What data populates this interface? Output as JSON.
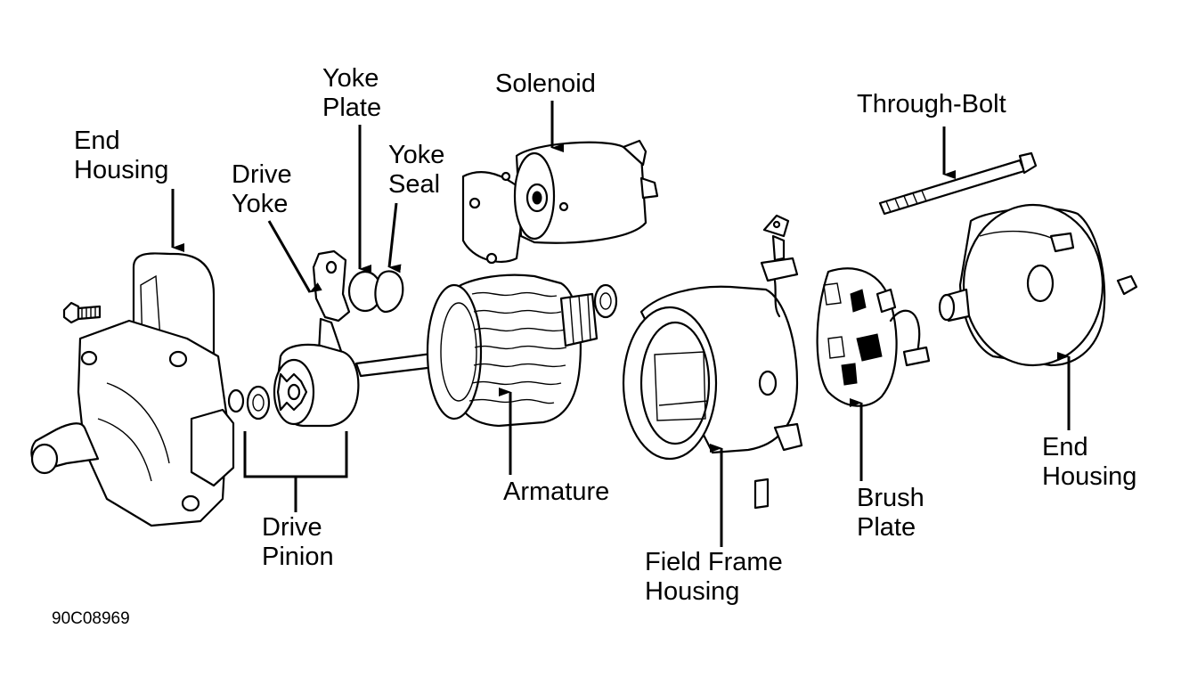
{
  "labels": {
    "end_housing_left": [
      "End",
      "Housing"
    ],
    "drive_yoke": [
      "Drive",
      "Yoke"
    ],
    "yoke_plate": [
      "Yoke",
      "Plate"
    ],
    "yoke_seal": [
      "Yoke",
      "Seal"
    ],
    "solenoid": "Solenoid",
    "through_bolt": "Through-Bolt",
    "drive_pinion": [
      "Drive",
      "Pinion"
    ],
    "armature": "Armature",
    "field_frame_housing": [
      "Field Frame",
      "Housing"
    ],
    "brush_plate": [
      "Brush",
      "Plate"
    ],
    "end_housing_right": [
      "End",
      "Housing"
    ]
  },
  "figure_code": "90C08969"
}
